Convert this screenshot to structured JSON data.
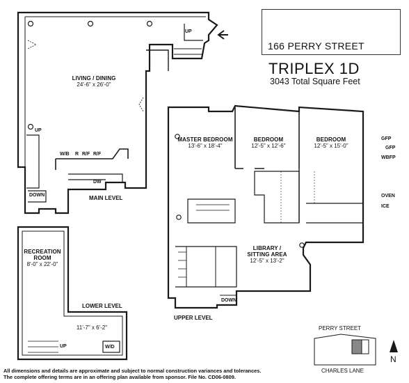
{
  "header": {
    "address": "166 PERRY STREET",
    "unit": "TRIPLEX 1D",
    "total_sqft": "3043 Total Square Feet"
  },
  "rooms": {
    "living_dining": {
      "name": "LIVING / DINING",
      "dims": "24'-6\" x 26'-0\""
    },
    "master_bedroom": {
      "name": "MASTER BEDROOM",
      "dims": "13'-6\" x 18'-4\""
    },
    "bedroom_2": {
      "name": "BEDROOM",
      "dims": "12'-5\" x 12'-6\""
    },
    "bedroom_3": {
      "name": "BEDROOM",
      "dims": "12'-5\" x 15'-0\""
    },
    "library": {
      "name_line1": "LIBRARY /",
      "name_line2": "SITTING AREA",
      "dims": "12'-5\" x 13'-2\""
    },
    "recreation": {
      "name_line1": "RECREATION",
      "name_line2": "ROOM",
      "dims": "8'-0\" x 22'-0\""
    },
    "lower_space": {
      "dims": "11'-7\" x 6'-2\""
    }
  },
  "levels": {
    "main": "MAIN LEVEL",
    "upper": "UPPER LEVEL",
    "lower": "LOWER LEVEL"
  },
  "fixtures": {
    "up_top": "UP",
    "up_stair": "UP",
    "down_stair": "DOWN",
    "wb": "W/B",
    "r": "R",
    "rf1": "R/F",
    "rf2": "R/F",
    "dw": "DW",
    "down_upper": "DOWN",
    "up_lower": "UP",
    "wd": "W/D"
  },
  "appliances": {
    "gfp1": "GFP",
    "gfp2": "GFP",
    "wbfp": "WBFP",
    "oven": "OVEN",
    "ice": "ICE"
  },
  "site": {
    "street_top": "PERRY STREET",
    "street_bottom": "CHARLES LANE",
    "north": "N"
  },
  "disclaimer": {
    "line1": "All dimensions and details are approximate and subject to normal construction variances and tolerances.",
    "line2": "The complete offering terms are in an offering plan available from sponsor. File No. CD06-0809."
  },
  "colors": {
    "wall": "#1a1a1a",
    "fill": "#ffffff",
    "site_fill": "#888888"
  }
}
